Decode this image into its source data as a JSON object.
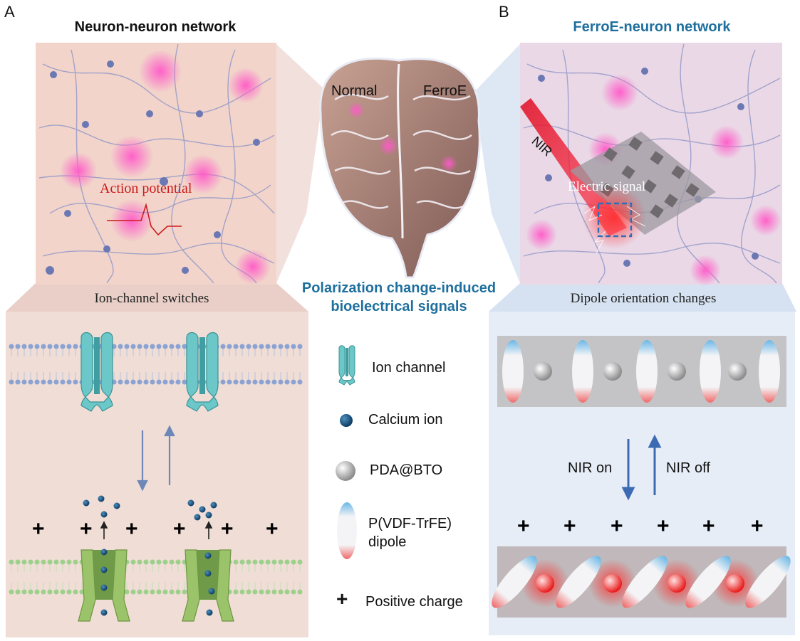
{
  "panels": {
    "a": {
      "letter": "A",
      "title": "Neuron-neuron network",
      "action_label": "Action potential",
      "section_label": "Ion-channel switches"
    },
    "b": {
      "letter": "B",
      "title": "FerroE-neuron network",
      "nir_label": "NIR",
      "electric_label": "Electric signal",
      "section_label": "Dipole orientation changes"
    }
  },
  "brain": {
    "left_label": "Normal",
    "right_label": "FerroE"
  },
  "center_caption": {
    "line1": "Polarization change-induced",
    "line2": "bioelectrical signals"
  },
  "legend": [
    {
      "icon": "ion-channel-icon",
      "label": "Ion channel"
    },
    {
      "icon": "calcium-ion-icon",
      "label": "Calcium ion"
    },
    {
      "icon": "pda-bto-particle-icon",
      "label": "PDA@BTO"
    },
    {
      "icon": "dipole-icon",
      "label": "P(VDF-TrFE)",
      "label2": "dipole"
    },
    {
      "icon": "plus-icon",
      "label": "Positive charge"
    }
  ],
  "nir": {
    "on_label": "NIR on",
    "off_label": "NIR off"
  },
  "symbols": {
    "plus": "+"
  },
  "colors": {
    "title_b": "#1f6f9e",
    "caption": "#1f6f9e",
    "action_red": "#cc1b1b",
    "panel_a_bg": "#f0ddd6",
    "panel_b_bg": "#e6edf7",
    "channel_teal": "#6cc7c9",
    "channel_green": "#9bc46a",
    "arrow_blue": "#6d88b8"
  }
}
